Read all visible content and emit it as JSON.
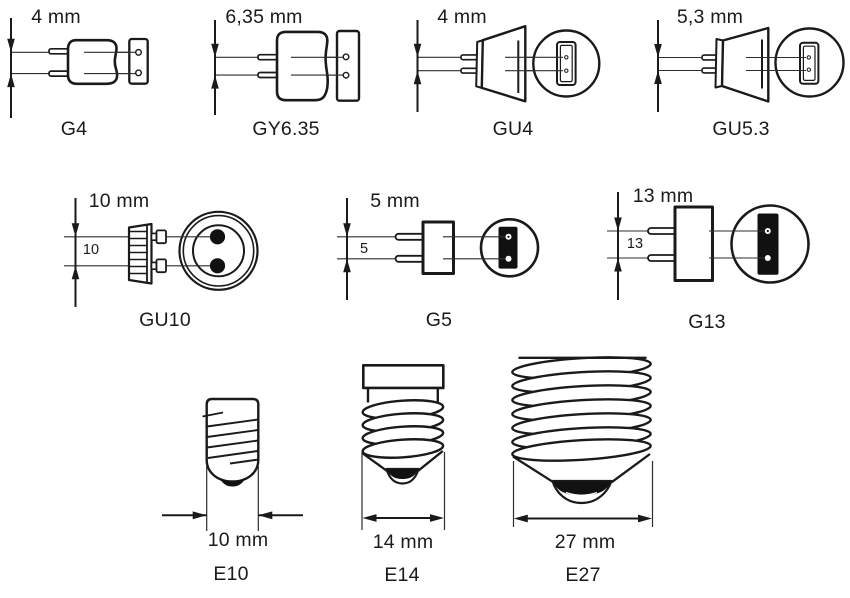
{
  "page": {
    "background": "#ffffff",
    "line_color": "#1a1a1a",
    "description_visible_text_only": true
  },
  "figures": [
    {
      "name": "G4",
      "dimension": "4 mm"
    },
    {
      "name": "GY6.35",
      "dimension": "6,35 mm"
    },
    {
      "name": "GU4",
      "dimension": "4 mm"
    },
    {
      "name": "GU5.3",
      "dimension": "5,3 mm"
    },
    {
      "name": "GU10",
      "dimension": "10 mm",
      "inner": "10"
    },
    {
      "name": "G5",
      "dimension": "5 mm",
      "inner": "5"
    },
    {
      "name": "G13",
      "dimension": "13 mm",
      "inner": "13"
    },
    {
      "name": "E10",
      "dimension": "10 mm"
    },
    {
      "name": "E14",
      "dimension": "14 mm"
    },
    {
      "name": "E27",
      "dimension": "27 mm"
    }
  ]
}
